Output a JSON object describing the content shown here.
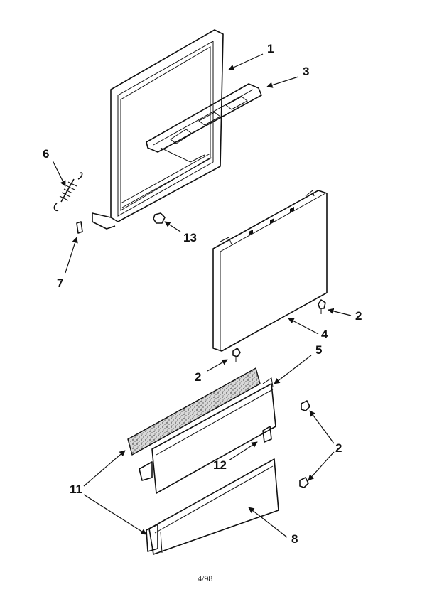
{
  "callouts": {
    "c1": "1",
    "c2a": "2",
    "c2b": "2",
    "c2c": "2",
    "c3": "3",
    "c4": "4",
    "c5": "5",
    "c6": "6",
    "c7": "7",
    "c8": "8",
    "c11": "11",
    "c12": "12",
    "c13": "13"
  },
  "footer": {
    "date_code": "4/98"
  }
}
